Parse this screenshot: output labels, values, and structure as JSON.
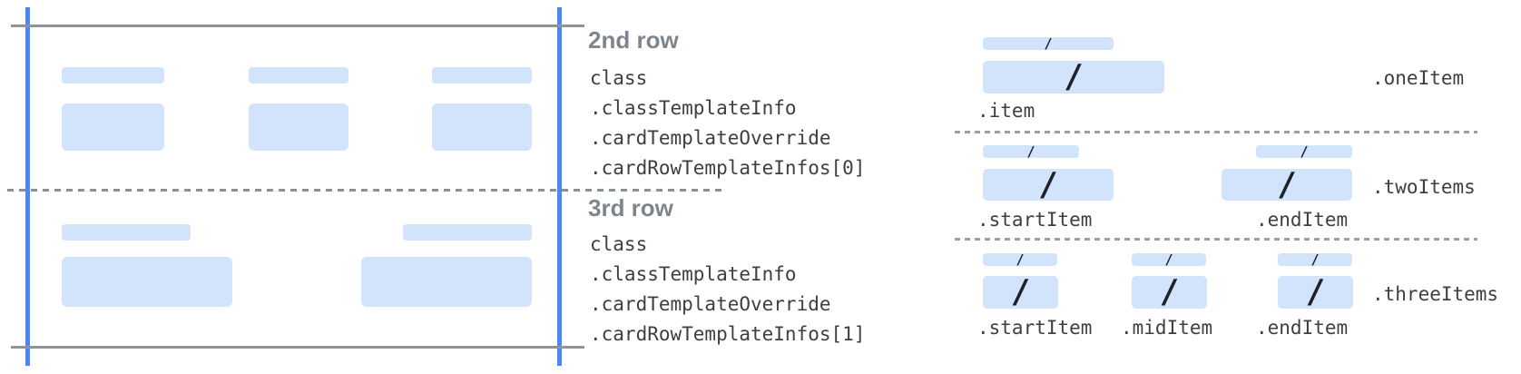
{
  "rows": [
    {
      "heading": "2nd row",
      "path_lines": [
        "class",
        ".classTemplateInfo",
        ".cardTemplateOverride",
        ".cardRowTemplateInfos[0]"
      ]
    },
    {
      "heading": "3rd row",
      "path_lines": [
        "class",
        ".classTemplateInfo",
        ".cardTemplateOverride",
        ".cardRowTemplateInfos[1]"
      ]
    }
  ],
  "item_layouts": [
    {
      "name": ".oneItem",
      "items": [
        {
          "label": ".item"
        }
      ]
    },
    {
      "name": ".twoItems",
      "items": [
        {
          "label": ".startItem"
        },
        {
          "label": ".endItem"
        }
      ]
    },
    {
      "name": ".threeItems",
      "items": [
        {
          "label": ".startItem"
        },
        {
          "label": ".midItem"
        },
        {
          "label": ".endItem"
        }
      ]
    }
  ],
  "glyphs": {
    "field_slash": "/"
  },
  "colors": {
    "placeholder_blue": "#d2e3fc",
    "guide_line_blue": "#4c86f0",
    "guide_line_gray": "#8f9499",
    "dash_gray": "#9aa0a6",
    "heading_gray": "#7e858d",
    "code_text": "#3c4043",
    "slash_dark": "#202124"
  }
}
